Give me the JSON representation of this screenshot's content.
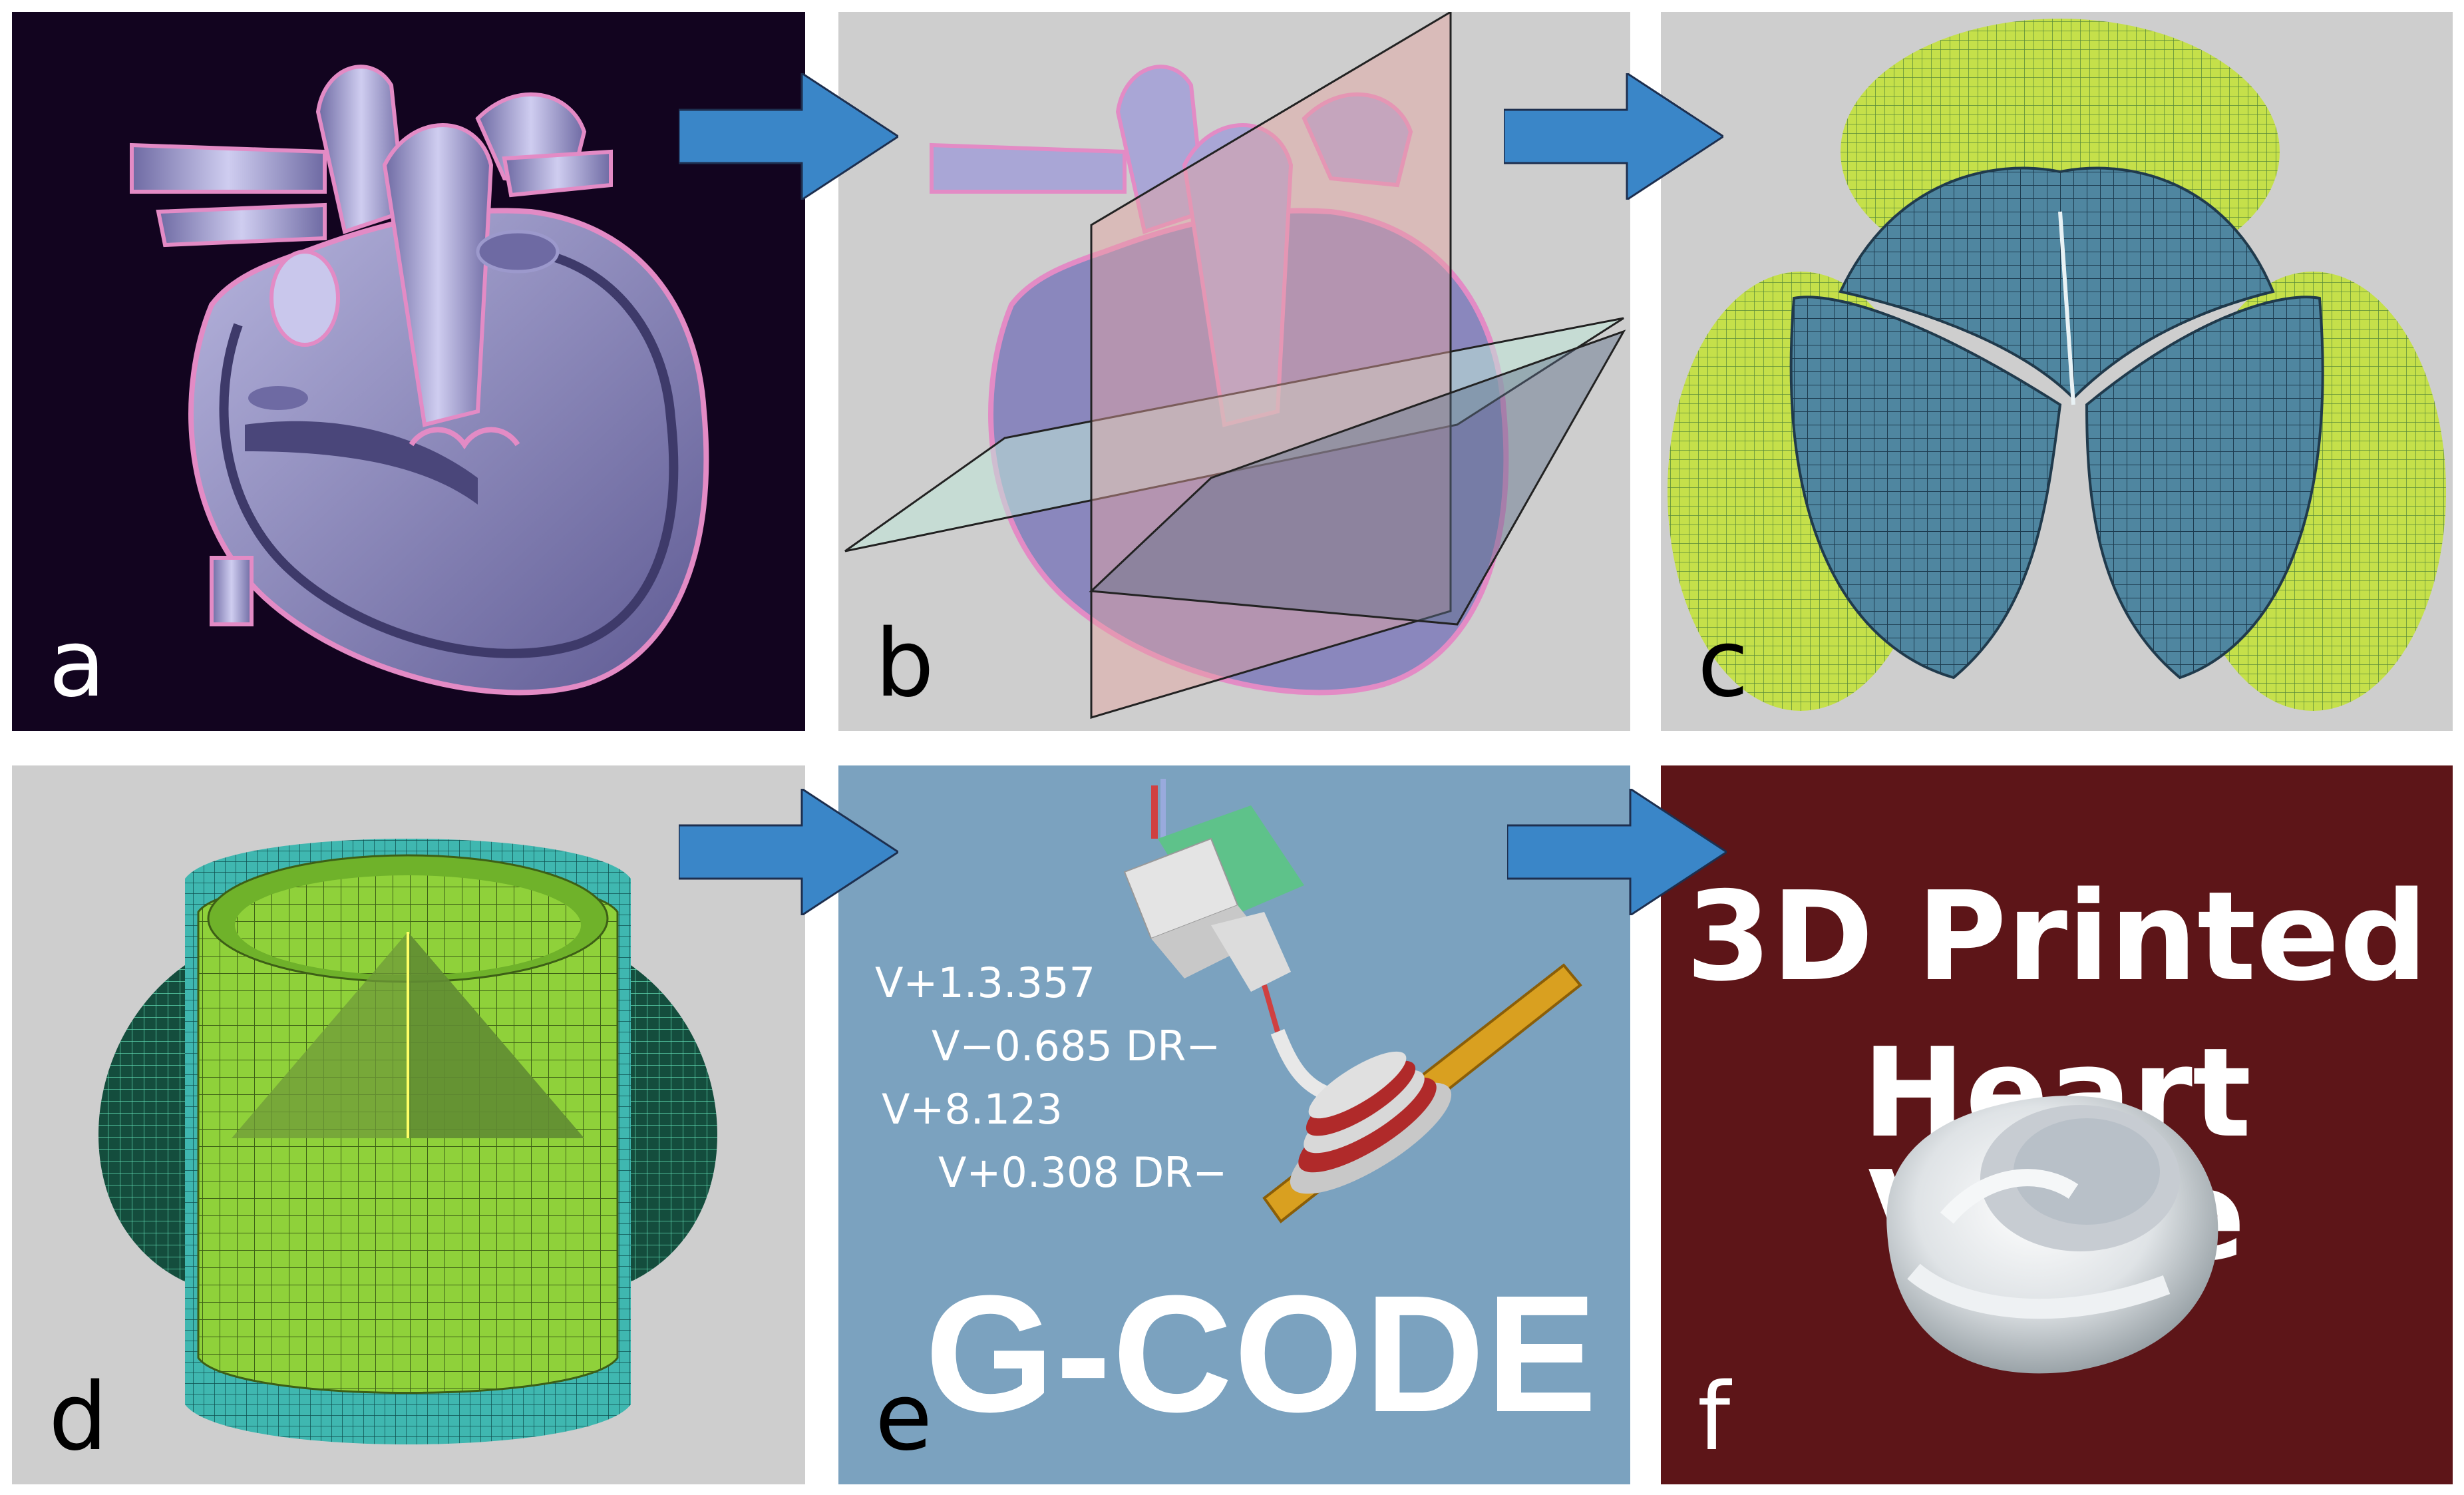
{
  "panels": {
    "a": {
      "label": "a"
    },
    "b": {
      "label": "b"
    },
    "c": {
      "label": "c"
    },
    "d": {
      "label": "d"
    },
    "e": {
      "label": "e",
      "code_lines": [
        "V+1.3.357",
        "V−0.685 DR−",
        "V+8.123",
        "V+0.308 DR−"
      ],
      "title": "G-CODE"
    },
    "f": {
      "label": "f",
      "title_line1": "3D Printed",
      "title_line2": "Heart Valve"
    }
  },
  "colors": {
    "panel_a_bg": "#12041f",
    "panel_grey_bg": "#cecece",
    "panel_e_bg": "#7ba2bf",
    "panel_f_bg": "#5d1518",
    "arrow": "#3a86c8",
    "mesh_green": "#8fd13a",
    "mesh_teal": "#3fb7b0",
    "heart": "#8a87bd"
  },
  "icons": [
    "arrow-right-icon",
    "heart-illustration",
    "valve-mesh-illustration",
    "printer-nozzle-illustration",
    "printed-valve-photo"
  ]
}
